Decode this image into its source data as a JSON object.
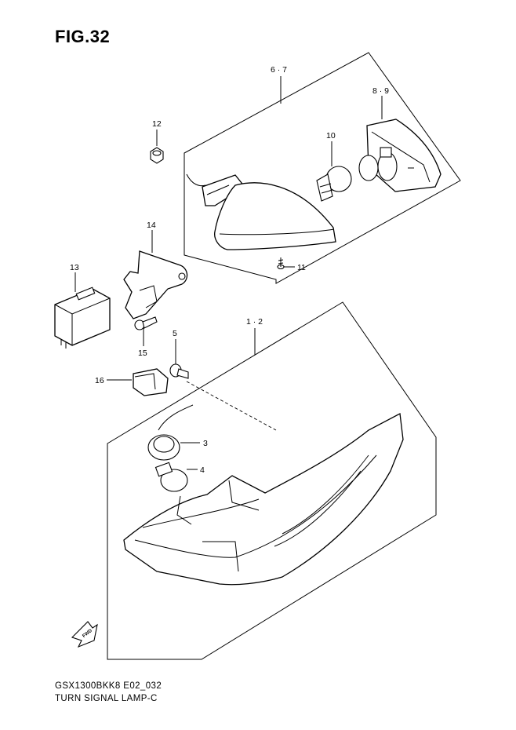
{
  "figure": {
    "title": "FIG.32",
    "model_code": "GSX1300BKK8 E02_032",
    "name": "TURN SIGNAL LAMP-C"
  },
  "parts": [
    {
      "id": "p67",
      "label": "6 · 7"
    },
    {
      "id": "p89",
      "label": "8 · 9"
    },
    {
      "id": "p10",
      "label": "10"
    },
    {
      "id": "p11",
      "label": "11"
    },
    {
      "id": "p12",
      "label": "12"
    },
    {
      "id": "p13",
      "label": "13"
    },
    {
      "id": "p14",
      "label": "14"
    },
    {
      "id": "p15",
      "label": "15"
    },
    {
      "id": "p16",
      "label": "16"
    },
    {
      "id": "p12b",
      "label": "1 · 2"
    },
    {
      "id": "p3",
      "label": "3"
    },
    {
      "id": "p4",
      "label": "4"
    },
    {
      "id": "p5",
      "label": "5"
    }
  ],
  "fwd_badge": "FWD"
}
